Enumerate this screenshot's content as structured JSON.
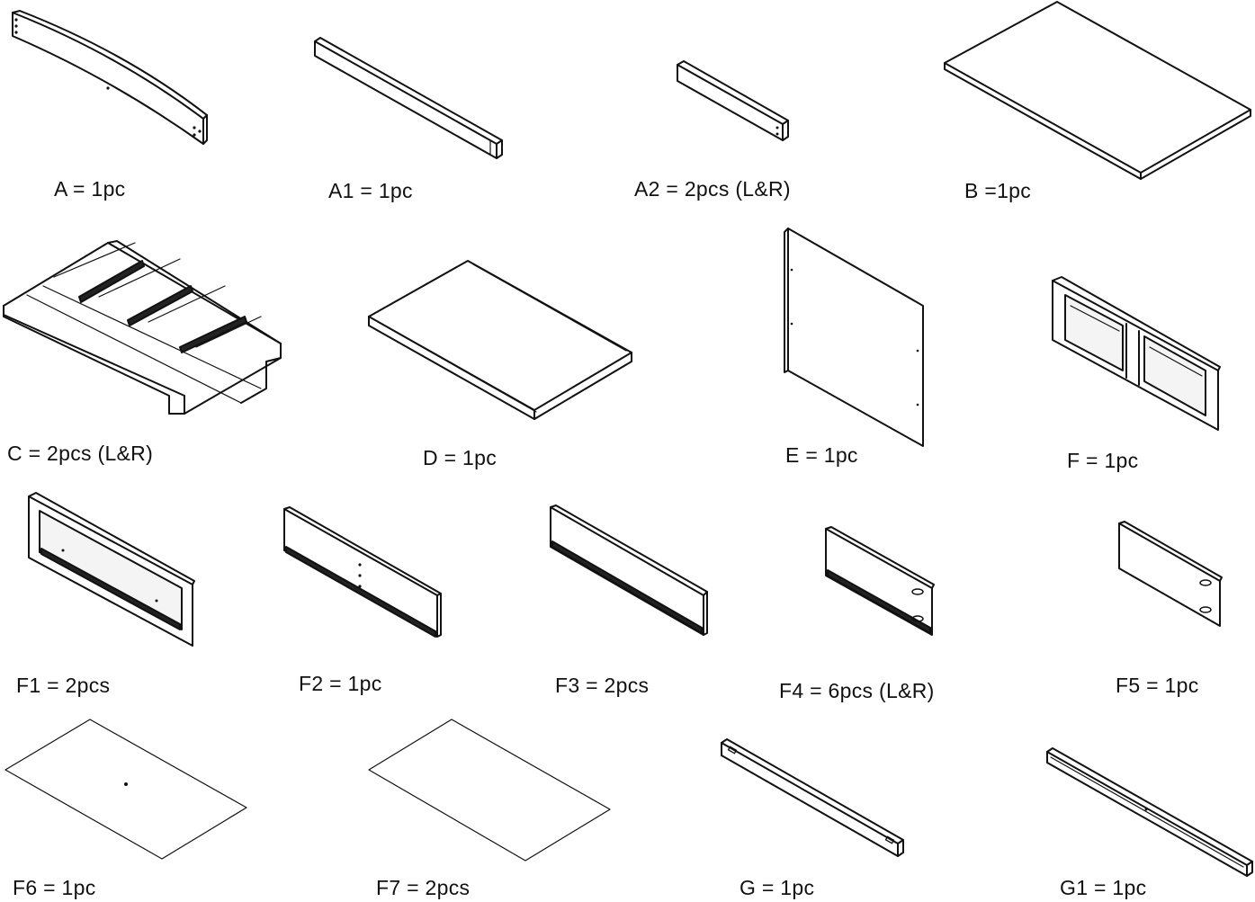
{
  "parts": [
    {
      "id": "A",
      "label": "A = 1pc",
      "icon": "curved-rail"
    },
    {
      "id": "A1",
      "label": "A1 = 1pc",
      "icon": "straight-rail"
    },
    {
      "id": "A2",
      "label": "A2 = 2pcs (L&R)",
      "icon": "short-rail"
    },
    {
      "id": "B",
      "label": "B =1pc",
      "icon": "top-panel"
    },
    {
      "id": "C",
      "label": "C = 2pcs (L&R)",
      "icon": "side-frame"
    },
    {
      "id": "D",
      "label": "D = 1pc",
      "icon": "shelf-panel"
    },
    {
      "id": "E",
      "label": "E = 1pc",
      "icon": "back-panel"
    },
    {
      "id": "F",
      "label": "F = 1pc",
      "icon": "double-door-frame"
    },
    {
      "id": "F1",
      "label": "F1 = 2pcs",
      "icon": "drawer-front"
    },
    {
      "id": "F2",
      "label": "F2 = 1pc",
      "icon": "long-board"
    },
    {
      "id": "F3",
      "label": "F3 = 2pcs",
      "icon": "long-board"
    },
    {
      "id": "F4",
      "label": "F4 = 6pcs (L&R)",
      "icon": "drawer-side"
    },
    {
      "id": "F5",
      "label": "F5 = 1pc",
      "icon": "drawer-back"
    },
    {
      "id": "F6",
      "label": "F6 = 1pc",
      "icon": "thin-sheet"
    },
    {
      "id": "F7",
      "label": "F7 = 2pcs",
      "icon": "thin-sheet"
    },
    {
      "id": "G",
      "label": "G = 1pc",
      "icon": "runner-bar"
    },
    {
      "id": "G1",
      "label": "G1 = 1pc",
      "icon": "runner-bar"
    }
  ]
}
